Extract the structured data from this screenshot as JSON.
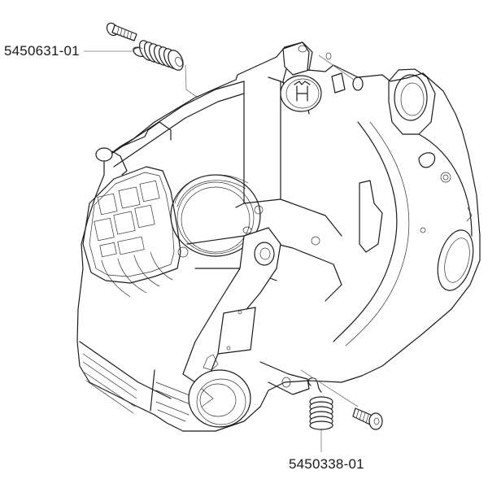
{
  "diagram": {
    "title": "",
    "subject": "crankcase exploded view",
    "callouts": [
      {
        "id": "top",
        "part_number": "5450631-01",
        "points_to": "anti-vibration spring with screw (upper)"
      },
      {
        "id": "bottom",
        "part_number": "5450338-01",
        "points_to": "anti-vibration spring with screw (lower)"
      }
    ],
    "components": [
      "crankcase",
      "upper screw",
      "upper spring",
      "lower spring",
      "lower screw",
      "brand emblem",
      "cylinder bore",
      "crankshaft bearing seat",
      "handle mount",
      "cooling fins"
    ],
    "colors": {
      "line": "#1c1c1c",
      "background": "#ffffff",
      "leader": "#777777"
    }
  }
}
